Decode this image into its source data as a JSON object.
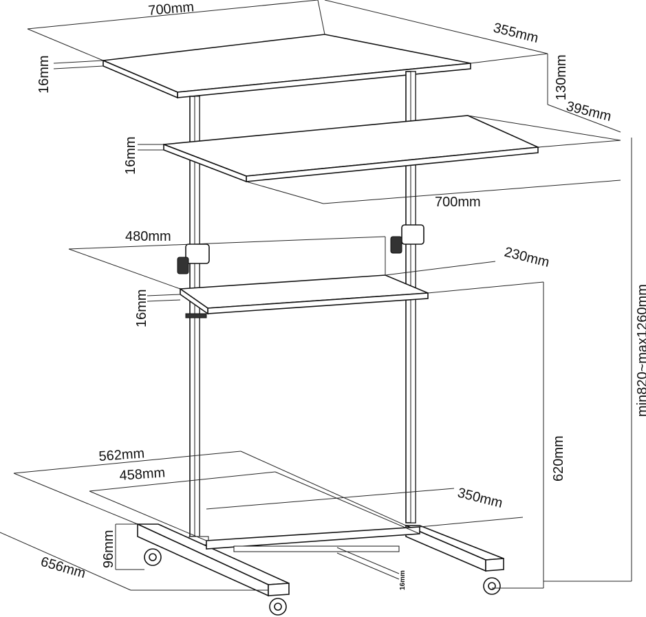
{
  "dimensions": {
    "top_width": "700mm",
    "top_depth": "355mm",
    "top_thickness": "16mm",
    "top_offset": "130mm",
    "second_depth": "395mm",
    "second_thickness": "16mm",
    "second_width": "700mm",
    "third_width": "480mm",
    "third_depth": "230mm",
    "third_thickness": "16mm",
    "base_outer": "562mm",
    "base_inner": "458mm",
    "base_depth": "350mm",
    "base_height": "96mm",
    "base_length": "656mm",
    "bottom_thickness": "16mm",
    "lower_height": "620mm",
    "height_range": "min820~max1260mm"
  }
}
